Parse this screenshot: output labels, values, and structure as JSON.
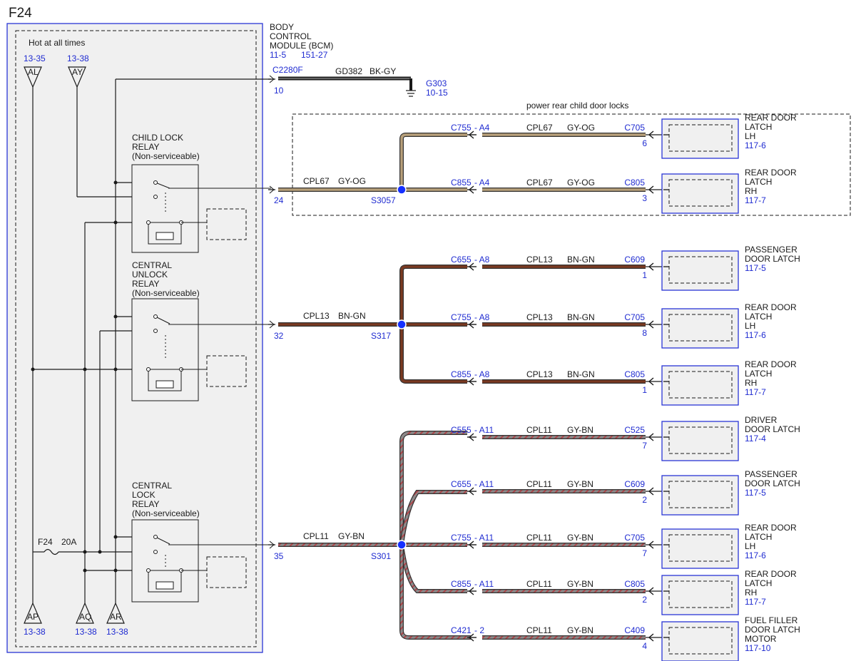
{
  "page_title": "F24",
  "left_panel": {
    "hot_label": "Hot at all times",
    "top_connectors": [
      {
        "id": "AL",
        "ref": "13-35"
      },
      {
        "id": "AY",
        "ref": "13-38"
      }
    ],
    "bottom_connectors": [
      {
        "id": "AP",
        "ref": "13-38"
      },
      {
        "id": "AQ",
        "ref": "13-38"
      },
      {
        "id": "AR",
        "ref": "13-38"
      }
    ],
    "fuse": {
      "name": "F24",
      "rating": "20A"
    },
    "relays": [
      {
        "lines": [
          "CHILD LOCK",
          "RELAY",
          "(Non-serviceable)"
        ]
      },
      {
        "lines": [
          "CENTRAL",
          "UNLOCK",
          "RELAY",
          "(Non-serviceable)"
        ]
      },
      {
        "lines": [
          "CENTRAL",
          "LOCK",
          "RELAY",
          "(Non-serviceable)"
        ]
      }
    ]
  },
  "bcm": {
    "lines": [
      "BODY",
      "CONTROL",
      "MODULE (BCM)"
    ],
    "ref1": "11-5",
    "ref2": "151-27",
    "connector": "C2280F",
    "pin_top": "10",
    "pins": {
      "child": "24",
      "unlock": "32",
      "lock": "35"
    }
  },
  "ground_wire": {
    "circuit": "GD382",
    "color": "BK-GY",
    "ground": "G303",
    "ref": "10-15"
  },
  "child_lock_group": {
    "label": "power rear child door locks"
  },
  "circuits": {
    "child": {
      "circuit": "CPL67",
      "color": "GY-OG",
      "splice": "S3057",
      "wire_color": "#b8a07a"
    },
    "unlock": {
      "circuit": "CPL13",
      "color": "BN-GN",
      "splice": "S317",
      "wire_color": "#7a3a22"
    },
    "lock": {
      "circuit": "CPL11",
      "color": "GY-BN",
      "splice": "S301",
      "wire_color": "#8a7a7a"
    }
  },
  "branches": [
    {
      "inline": "C755",
      "pin": "- A4",
      "circuit": "CPL67",
      "color": "GY-OG",
      "conn": "C705",
      "conn_pin": "6",
      "dest": [
        "REAR DOOR",
        "LATCH",
        "LH"
      ],
      "ref": "117-6"
    },
    {
      "inline": "C855",
      "pin": "- A4",
      "circuit": "CPL67",
      "color": "GY-OG",
      "conn": "C805",
      "conn_pin": "3",
      "dest": [
        "REAR DOOR",
        "LATCH",
        "RH"
      ],
      "ref": "117-7"
    },
    {
      "inline": "C655",
      "pin": "- A8",
      "circuit": "CPL13",
      "color": "BN-GN",
      "conn": "C609",
      "conn_pin": "1",
      "dest": [
        "PASSENGER",
        "DOOR LATCH"
      ],
      "ref": "117-5"
    },
    {
      "inline": "C755",
      "pin": "- A8",
      "circuit": "CPL13",
      "color": "BN-GN",
      "conn": "C705",
      "conn_pin": "8",
      "dest": [
        "REAR DOOR",
        "LATCH",
        "LH"
      ],
      "ref": "117-6"
    },
    {
      "inline": "C855",
      "pin": "- A8",
      "circuit": "CPL13",
      "color": "BN-GN",
      "conn": "C805",
      "conn_pin": "1",
      "dest": [
        "REAR DOOR",
        "LATCH",
        "RH"
      ],
      "ref": "117-7"
    },
    {
      "inline": "C555",
      "pin": "- A11",
      "circuit": "CPL11",
      "color": "GY-BN",
      "conn": "C525",
      "conn_pin": "7",
      "dest": [
        "DRIVER",
        "DOOR LATCH"
      ],
      "ref": "117-4"
    },
    {
      "inline": "C655",
      "pin": "- A11",
      "circuit": "CPL11",
      "color": "GY-BN",
      "conn": "C609",
      "conn_pin": "2",
      "dest": [
        "PASSENGER",
        "DOOR LATCH"
      ],
      "ref": "117-5"
    },
    {
      "inline": "C755",
      "pin": "- A11",
      "circuit": "CPL11",
      "color": "GY-BN",
      "conn": "C705",
      "conn_pin": "7",
      "dest": [
        "REAR DOOR",
        "LATCH",
        "LH"
      ],
      "ref": "117-6"
    },
    {
      "inline": "C855",
      "pin": "- A11",
      "circuit": "CPL11",
      "color": "GY-BN",
      "conn": "C805",
      "conn_pin": "2",
      "dest": [
        "REAR DOOR",
        "LATCH",
        "RH"
      ],
      "ref": "117-7"
    },
    {
      "inline": "C421",
      "pin": "- 2",
      "circuit": "CPL11",
      "color": "GY-BN",
      "conn": "C409",
      "conn_pin": "4",
      "dest": [
        "FUEL FILLER",
        "DOOR LATCH",
        "MOTOR"
      ],
      "ref": "117-10"
    }
  ],
  "colors": {
    "reference_blue": "#1f2bd1",
    "box_blue": "#2a35d6",
    "panel_fill": "#f0f0f0",
    "splice_dot": "#1530ff"
  }
}
